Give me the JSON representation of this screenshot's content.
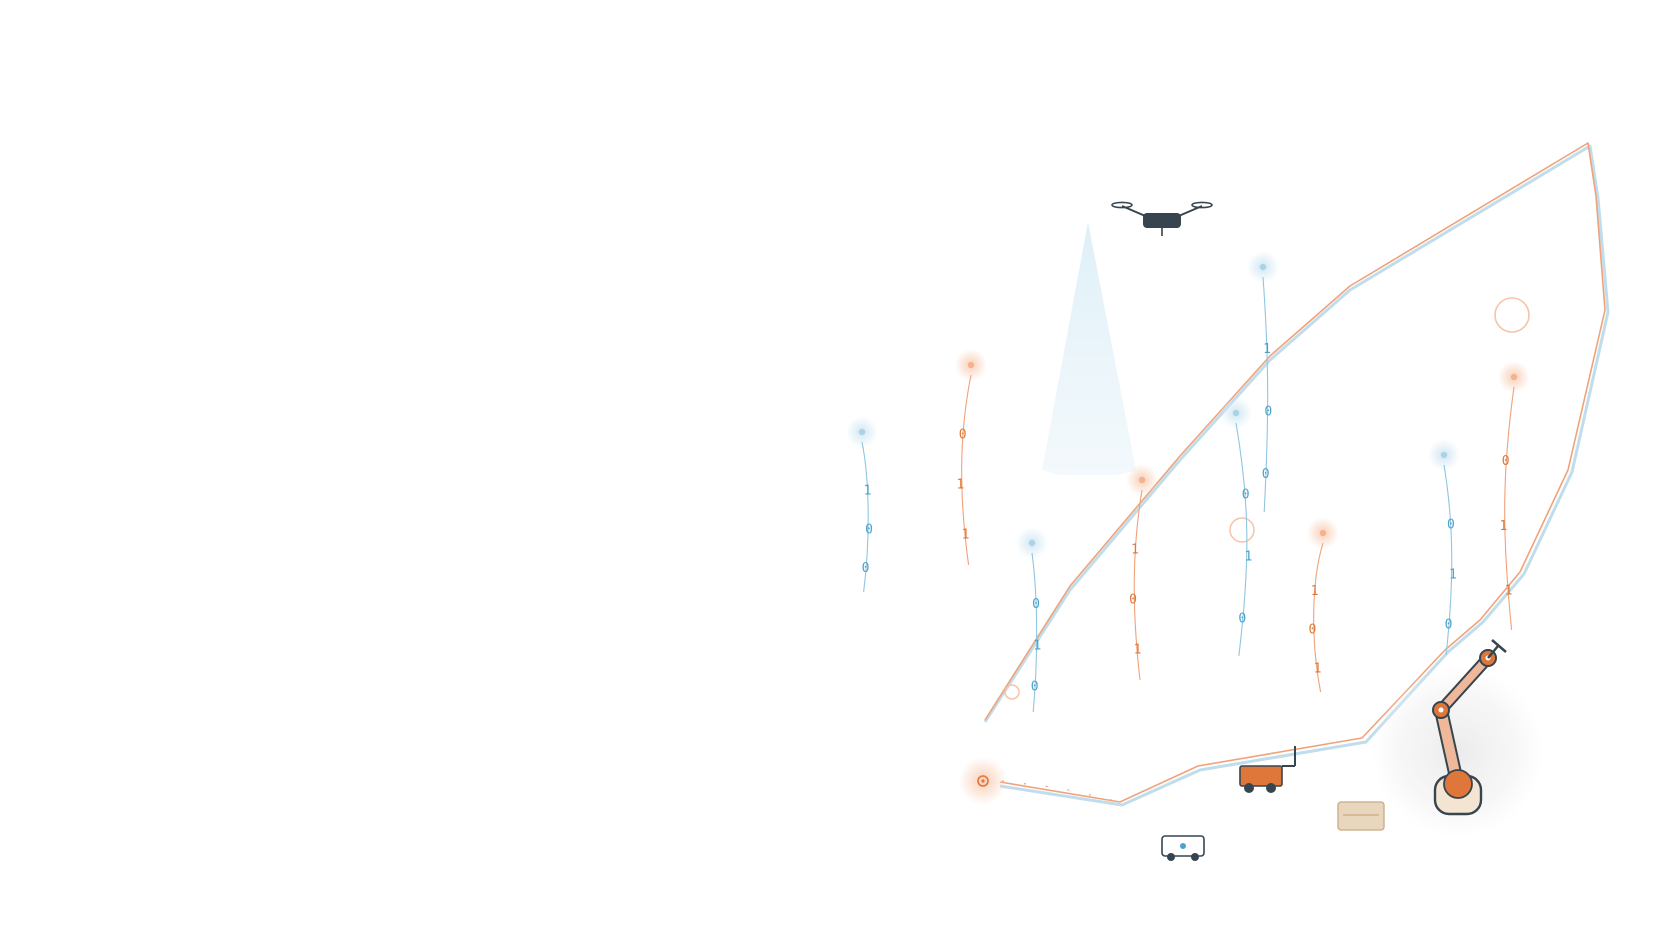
{
  "colors": {
    "background": "#ffffff",
    "accent_orange": "#e0773a",
    "accent_blue": "#4aa3cc",
    "path_orange": "#f0a27a",
    "path_blue": "#b9d9ea",
    "dark": "#36454f",
    "crate": "#e8d6bd",
    "crate_line": "#c9ab85"
  },
  "icons": [
    "drone-icon",
    "delivery-robot-icon",
    "rover-icon",
    "robot-arm-icon",
    "crate-icon"
  ],
  "streams": [
    {
      "color": "blue",
      "digits": [
        "1",
        "0",
        "0"
      ]
    },
    {
      "color": "orange",
      "digits": [
        "0",
        "1",
        "1"
      ]
    },
    {
      "color": "blue",
      "digits": [
        "0",
        "1",
        "0"
      ]
    },
    {
      "color": "orange",
      "digits": [
        "1",
        "0",
        "1"
      ]
    },
    {
      "color": "blue",
      "digits": [
        "0",
        "1",
        "0"
      ]
    },
    {
      "color": "blue",
      "digits": [
        "1",
        "0",
        "0"
      ]
    },
    {
      "color": "orange",
      "digits": [
        "1",
        "0",
        "1"
      ]
    },
    {
      "color": "blue",
      "digits": [
        "0",
        "1",
        "0"
      ]
    },
    {
      "color": "orange",
      "digits": [
        "0",
        "1",
        "1"
      ]
    }
  ]
}
